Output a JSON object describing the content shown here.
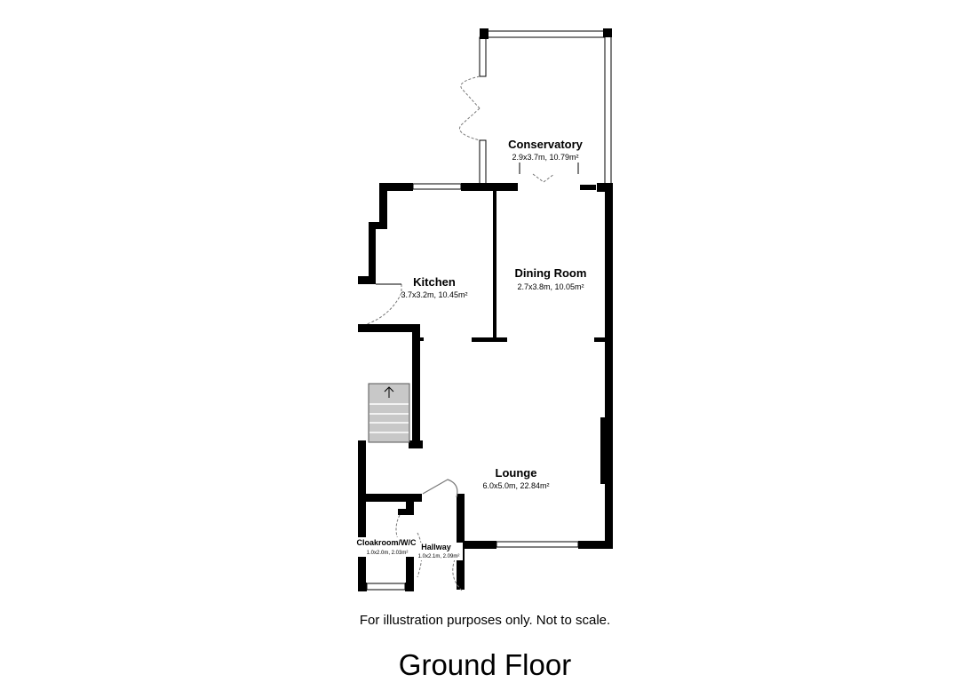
{
  "rooms": {
    "conservatory": {
      "name": "Conservatory",
      "dims": "2.9x3.7m, 10.79m²"
    },
    "kitchen": {
      "name": "Kitchen",
      "dims": "3.7x3.2m, 10.45m²"
    },
    "dining_room": {
      "name": "Dining Room",
      "dims": "2.7x3.8m, 10.05m²"
    },
    "lounge": {
      "name": "Lounge",
      "dims": "6.0x5.0m, 22.84m²"
    },
    "cloakroom": {
      "name": "Cloakroom/W/C",
      "dims": "1.0x2.0m, 2.03m²"
    },
    "hallway": {
      "name": "Hallway",
      "dims": "1.0x2.1m, 2.09m²"
    }
  },
  "disclaimer": "For illustration purposes only. Not to scale.",
  "floor_title": "Ground Floor",
  "colors": {
    "wall": "#000000",
    "stairs": "#c8c8c8",
    "door_swing": "#777777"
  },
  "icons": {
    "stairs_direction": "up-arrow-icon"
  }
}
